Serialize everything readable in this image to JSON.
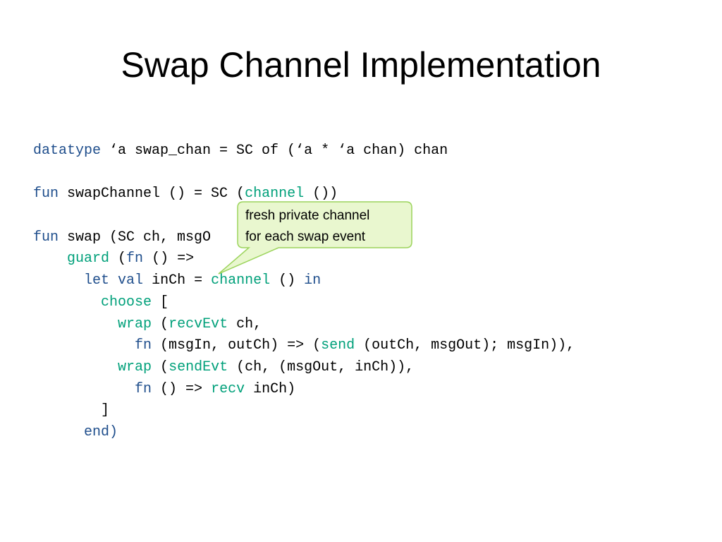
{
  "slide": {
    "title": "Swap Channel Implementation"
  },
  "code": {
    "lines": [
      [
        {
          "t": "datatype",
          "c": "blue"
        },
        {
          "t": " ‘a swap_chan = SC of (‘a * ‘a chan) chan",
          "c": "plain"
        }
      ],
      [],
      [
        {
          "t": "fun",
          "c": "blue"
        },
        {
          "t": " swapChannel () = SC (",
          "c": "plain"
        },
        {
          "t": "channel",
          "c": "green"
        },
        {
          "t": " ())",
          "c": "plain"
        }
      ],
      [],
      [
        {
          "t": "fun",
          "c": "blue"
        },
        {
          "t": " swap (SC ch, msgO",
          "c": "plain"
        }
      ],
      [
        {
          "t": "    ",
          "c": "plain"
        },
        {
          "t": "guard",
          "c": "green"
        },
        {
          "t": " (",
          "c": "plain"
        },
        {
          "t": "fn",
          "c": "blue"
        },
        {
          "t": " () =>",
          "c": "plain"
        }
      ],
      [
        {
          "t": "      ",
          "c": "plain"
        },
        {
          "t": "let",
          "c": "blue"
        },
        {
          "t": " ",
          "c": "plain"
        },
        {
          "t": "val",
          "c": "blue"
        },
        {
          "t": " inCh = ",
          "c": "plain"
        },
        {
          "t": "channel",
          "c": "green"
        },
        {
          "t": " () ",
          "c": "plain"
        },
        {
          "t": "in",
          "c": "blue"
        }
      ],
      [
        {
          "t": "        ",
          "c": "plain"
        },
        {
          "t": "choose",
          "c": "green"
        },
        {
          "t": " [",
          "c": "plain"
        }
      ],
      [
        {
          "t": "          ",
          "c": "plain"
        },
        {
          "t": "wrap",
          "c": "green"
        },
        {
          "t": " (",
          "c": "plain"
        },
        {
          "t": "recvEvt",
          "c": "green"
        },
        {
          "t": " ch,",
          "c": "plain"
        }
      ],
      [
        {
          "t": "            ",
          "c": "plain"
        },
        {
          "t": "fn",
          "c": "blue"
        },
        {
          "t": " (msgIn, outCh) => (",
          "c": "plain"
        },
        {
          "t": "send",
          "c": "green"
        },
        {
          "t": " (outCh, msgOut); msgIn)),",
          "c": "plain"
        }
      ],
      [
        {
          "t": "          ",
          "c": "plain"
        },
        {
          "t": "wrap",
          "c": "green"
        },
        {
          "t": " (",
          "c": "plain"
        },
        {
          "t": "sendEvt",
          "c": "green"
        },
        {
          "t": " (ch, (msgOut, inCh)),",
          "c": "plain"
        }
      ],
      [
        {
          "t": "            ",
          "c": "plain"
        },
        {
          "t": "fn",
          "c": "blue"
        },
        {
          "t": " () => ",
          "c": "plain"
        },
        {
          "t": "recv",
          "c": "green"
        },
        {
          "t": " inCh)",
          "c": "plain"
        }
      ],
      [
        {
          "t": "        ]",
          "c": "plain"
        }
      ],
      [
        {
          "t": "      ",
          "c": "plain"
        },
        {
          "t": "end)",
          "c": "blue"
        }
      ]
    ]
  },
  "callout": {
    "line1": "fresh private channel",
    "line2": "for each swap event"
  },
  "colors": {
    "keyword_blue": "#1f4e8c",
    "keyword_green": "#00a07a",
    "callout_fill": "#e9f7cf",
    "callout_stroke": "#9cd45c"
  }
}
